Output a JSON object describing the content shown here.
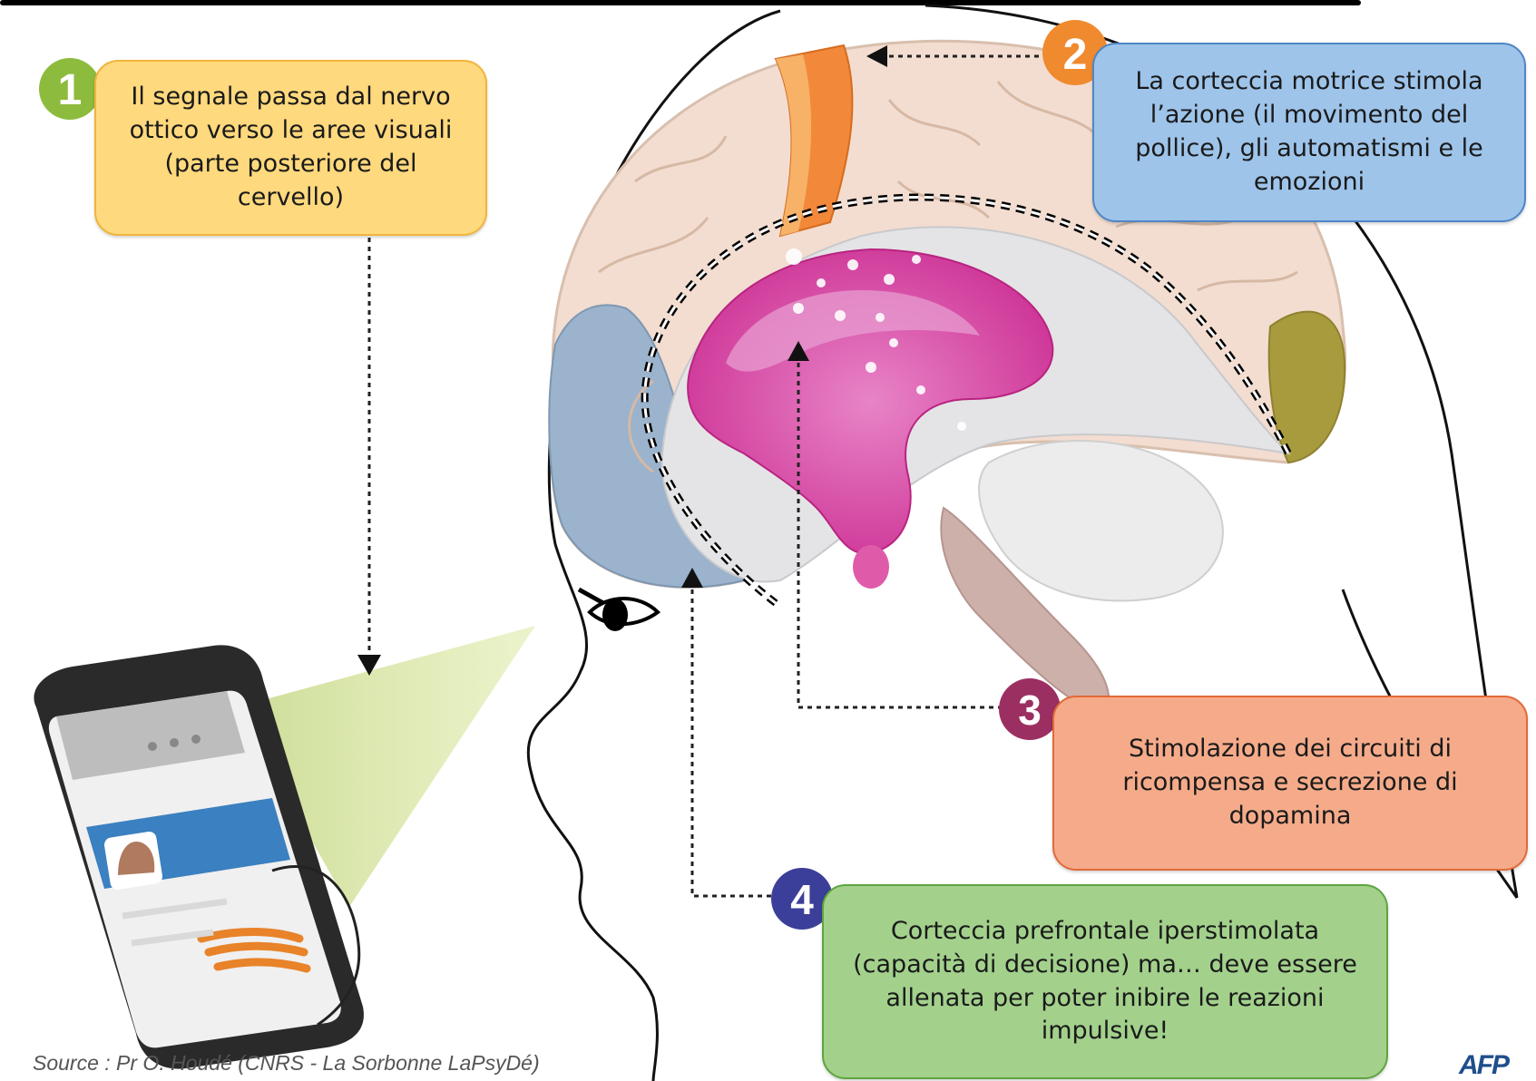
{
  "steps": [
    {
      "number": "1",
      "text": "Il segnale passa dal nervo ottico verso le aree visuali (parte posteriore del cervello)"
    },
    {
      "number": "2",
      "text": "La corteccia motrice stimola l’azione (il movimento del pollice), gli automatismi e le emozioni"
    },
    {
      "number": "3",
      "text": "Stimolazione dei circuiti di ricompensa e secrezione di dopamina"
    },
    {
      "number": "4",
      "text": "Corteccia prefrontale iperstimolata (capacità di decisione) ma… deve essere allenata per poter inibire le reazioni impulsive!"
    }
  ],
  "source": "Source : Pr O. Houdé (CNRS - La Sorbonne LaPsyDé)",
  "logo": "AFP",
  "colors": {
    "step1": "#8dbb3e",
    "step2": "#f08a2e",
    "step3": "#9c2f62",
    "step4": "#3c3f99",
    "callout1": "#ffd97d",
    "callout2": "#9ec4ea",
    "callout3": "#f5ab8a",
    "callout4": "#a3d18c",
    "brain_reward": "#d9479f",
    "motor_cortex": "#f2893a",
    "visual_area": "#9bb3cc"
  }
}
